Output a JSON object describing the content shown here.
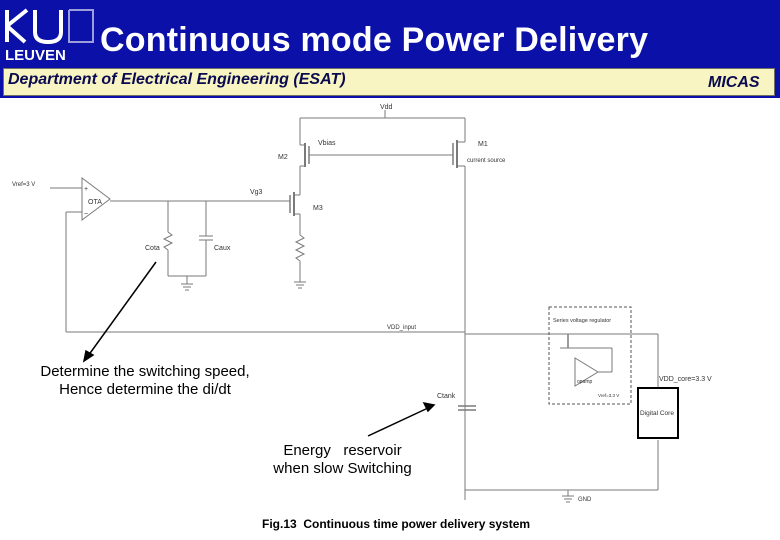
{
  "slide": {
    "title": "Continuous mode Power Delivery",
    "department": "Department of Electrical Engineering (ESAT)",
    "group": "MICAS",
    "logo_text": "LEUVEN",
    "colors": {
      "header_blue": "#0a10a8",
      "subbar_fill": "#f8f5c2",
      "text_navy": "#0a0a50"
    }
  },
  "circuit": {
    "labels": {
      "vdd": "Vdd",
      "vbias": "Vbias",
      "m1": "M1",
      "current_source": "current source",
      "m2": "M2",
      "vg3": "Vg3",
      "m3": "M3",
      "vref": "Vref=3 V",
      "ota": "OTA",
      "plus": "+",
      "minus": "−",
      "cota": "Cota",
      "caux": "Caux",
      "vdd_input": "VDD_input",
      "series_regulator": "Series voltage regulator",
      "opamp": "opamp",
      "vreg": "Vref=3.3 V",
      "vdd_core": "VDD_core=3.3 V",
      "digital_core": "Digital Core",
      "ctank": "Ctank",
      "gnd": "GND"
    }
  },
  "annotations": {
    "switching_line1": "Determine the switching speed,",
    "switching_line2": "Hence determine the di/dt",
    "energy_line1": "Energy   reservoir",
    "energy_line2": "when slow Switching"
  },
  "caption": "Fig.13  Continuous time power delivery system"
}
